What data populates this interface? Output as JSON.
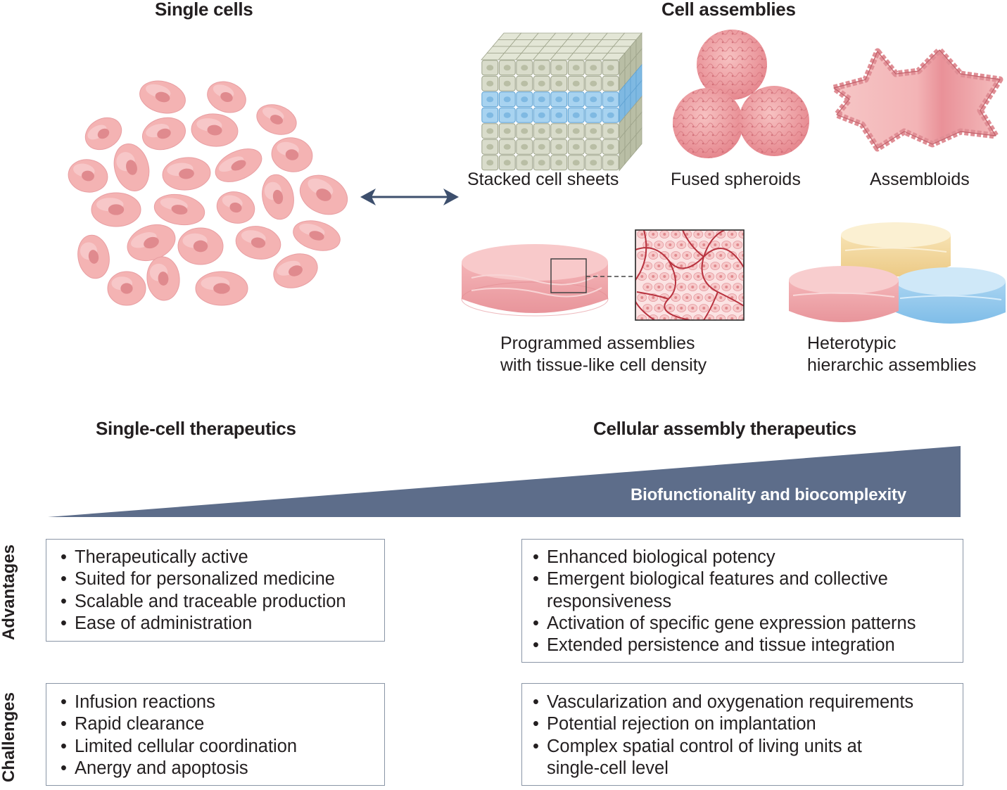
{
  "headings": {
    "single_cells": "Single cells",
    "cell_assemblies": "Cell assemblies",
    "single_cell_therapeutics": "Single-cell therapeutics",
    "cellular_assembly_therapeutics": "Cellular assembly therapeutics"
  },
  "captions": {
    "stacked": "Stacked cell sheets",
    "fused": "Fused spheroids",
    "assembloids": "Assembloids",
    "programmed_line1": "Programmed assemblies",
    "programmed_line2": "with tissue-like cell density",
    "heterotypic_line1": "Heterotypic",
    "heterotypic_line2": "hierarchic assemblies"
  },
  "wedge_label": "Biofunctionality and biocomplexity",
  "side_labels": {
    "advantages": "Advantages",
    "challenges": "Challenges"
  },
  "single_advantages": [
    "Therapeutically active",
    "Suited for personalized medicine",
    "Scalable and traceable production",
    "Ease of administration"
  ],
  "assembly_advantages": [
    "Enhanced biological potency",
    "Emergent biological features and collective",
    "responsiveness",
    "Activation of specific gene expression patterns",
    "Extended persistence and tissue integration"
  ],
  "single_challenges": [
    "Infusion reactions",
    "Rapid clearance",
    "Limited cellular coordination",
    "Anergy and apoptosis"
  ],
  "assembly_challenges": [
    "Vascularization and oxygenation requirements",
    "Potential rejection on implantation",
    "Complex spatial control of living units at",
    "single-cell level"
  ],
  "colors": {
    "cell_fill": "#f4b3b3",
    "cell_nucleus": "#e08a8e",
    "wedge": "#5d6d8a",
    "arrow": "#3d4f6d",
    "box_border": "#8a95a6"
  }
}
